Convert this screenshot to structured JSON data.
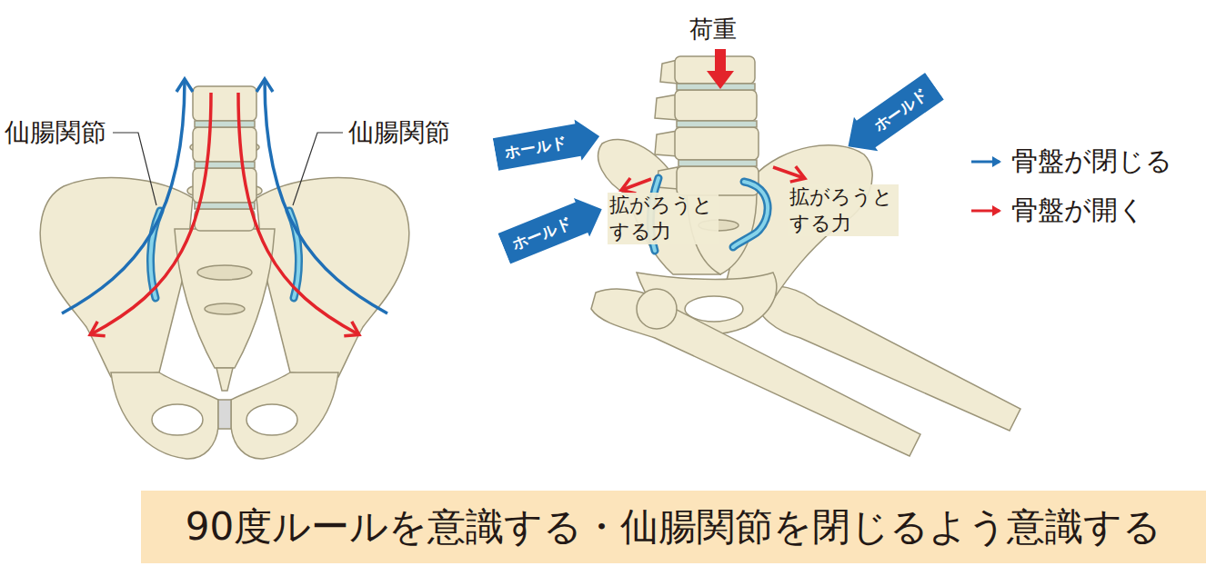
{
  "diagram": {
    "caption": "90度ルールを意識する・仙腸関節を閉じるよう意識する",
    "nodes": [
      {
        "text": [
          "ホールド"
        ]
      },
      {
        "text": [
          "ホールド"
        ]
      },
      {
        "text": [
          "ホールド"
        ]
      }
    ],
    "labels": [
      "仙腸関節",
      "仙腸関節",
      "荷重",
      "拡がろうと する力",
      "拡がろうと する力"
    ],
    "legend": [
      {
        "text": "骨盤が閉じる"
      },
      {
        "text": "骨盤が開く"
      }
    ]
  }
}
